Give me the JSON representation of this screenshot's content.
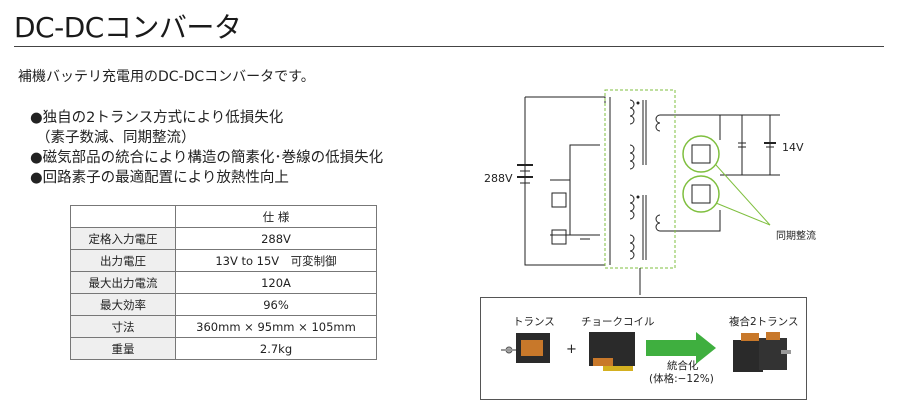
{
  "page": {
    "title": "DC-DCコンバータ",
    "intro": "補機バッテリ充電用のDC-DCコンバータです。"
  },
  "bullets": [
    "●独自の2トランス方式により低損失化",
    "（素子数減、同期整流）",
    "●磁気部品の統合により構造の簡素化･巻線の低損失化",
    "●回路素子の最適配置により放熱性向上"
  ],
  "spec_table": {
    "header": "仕 様",
    "rows": [
      {
        "label": "定格入力電圧",
        "value": "288V"
      },
      {
        "label": "出力電圧",
        "value": "13V to 15V　可変制御"
      },
      {
        "label": "最大出力電流",
        "value": "120A"
      },
      {
        "label": "最大効率",
        "value": "96%"
      },
      {
        "label": "寸法",
        "value": "360mm × 95mm × 105mm"
      },
      {
        "label": "重量",
        "value": "2.7kg"
      }
    ]
  },
  "circuit": {
    "input_label": "288V",
    "output_label": "14V",
    "sync_rect_label": "同期整流"
  },
  "combo": {
    "transformer_label": "トランス",
    "plus": "+",
    "choke_label": "チョークコイル",
    "integration_label": "統合化",
    "reduction_label": "(体格:−12%)",
    "composite_label": "複合2トランス"
  },
  "colors": {
    "accent_green": "#7fbf3f",
    "arrow_green": "#3faf3f",
    "component_dark": "#2a2a2a",
    "coil_orange": "#c8782a"
  }
}
